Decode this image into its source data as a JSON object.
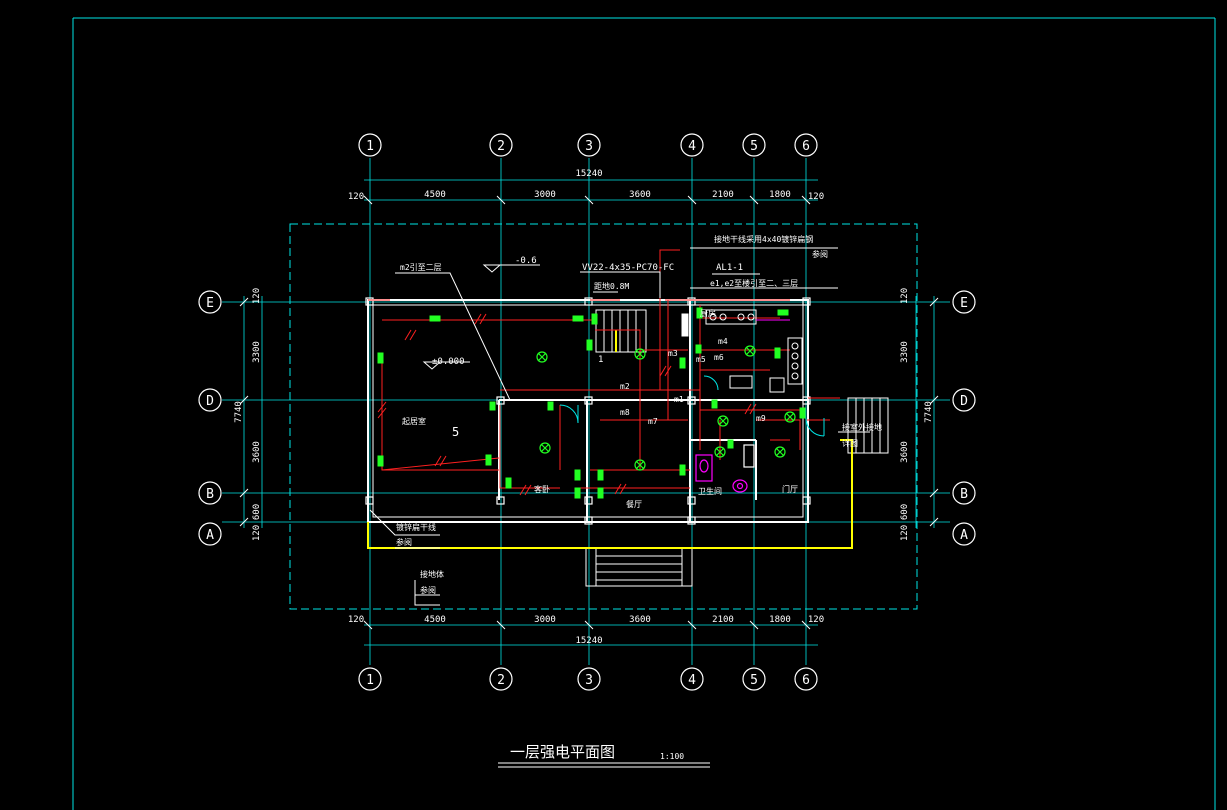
{
  "title": "一层强电平面图",
  "scale": "1:100",
  "axes": {
    "columns": [
      "1",
      "2",
      "3",
      "4",
      "5",
      "6"
    ],
    "rows": [
      "E",
      "D",
      "B",
      "A"
    ]
  },
  "dimensions": {
    "overall": "15240",
    "edge": "120",
    "spans": [
      "4500",
      "3000",
      "3600",
      "2100",
      "1800"
    ],
    "vertical": [
      "120",
      "3300",
      "3600",
      "600",
      "120"
    ],
    "vertical_total": "7740"
  },
  "labels": {
    "level_neg": "-0.6",
    "level_zero": "±0.000",
    "cable": "VV22-4x35-PC70-FC",
    "panel": "AL1-1",
    "panel_height": "距地0.8M",
    "ground_top": "接地干线采用4x40镀锌扁钢",
    "ground_top2": "参阅",
    "m2_note": "m2引至二层",
    "e_note": "e1,e2至楼引至二、三层",
    "room_living": "起居室",
    "room_5": "5",
    "room_dining": "餐厅",
    "room_bath": "卫生间",
    "room_hall": "门厅",
    "room_kitchen": "厨房",
    "room_bed": "客卧",
    "stair_1": "1",
    "ground_left": "镀锌扁干线",
    "ground_left2": "参阅",
    "ground_bottom": "接地体",
    "ground_bottom2": "参阅",
    "right_note": "接室外接地",
    "right_note2": "详图",
    "circuits": [
      "m1",
      "m2",
      "m3",
      "m4",
      "m5",
      "m6",
      "m7",
      "m8",
      "m9"
    ]
  },
  "colors": {
    "cyan": "#00e5e5",
    "white": "#ffffff",
    "red": "#ff2020",
    "green": "#22ff22",
    "yellow": "#ffff00",
    "magenta": "#ff00ff",
    "gray": "#9a9a9a"
  }
}
